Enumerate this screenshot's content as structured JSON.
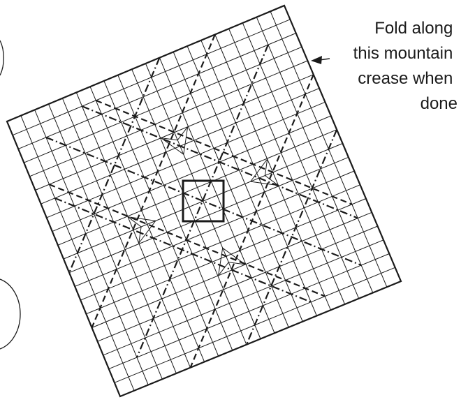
{
  "annotation": {
    "lines": [
      "Fold along",
      "this mountain",
      "crease when",
      "done"
    ]
  },
  "colors": {
    "ink": "#1a1a1a",
    "background": "#ffffff"
  }
}
